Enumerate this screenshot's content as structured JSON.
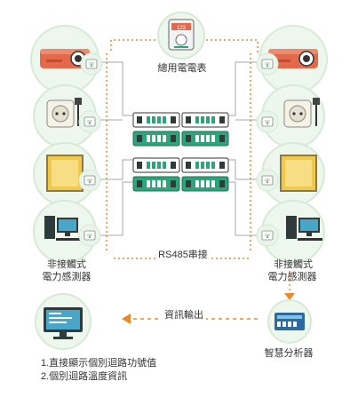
{
  "meter_label": "總用電電表",
  "sensor_label_left": [
    "非接觸式",
    "電力感測器"
  ],
  "sensor_label_right": [
    "非接觸式",
    "電力感測器"
  ],
  "bus_label": "RS485串接",
  "output_label": "資訊輸出",
  "analyzer_label": "智慧分析器",
  "notes": [
    "1.直接顯示個別迴路功號值",
    "2.個別迴路溫度資訊"
  ],
  "meter_display": "123",
  "icons": {
    "appliances": [
      "projector-icon",
      "power-outlet-icon",
      "light-panel-icon",
      "desktop-computer-icon"
    ],
    "sensor": "current-sensor-icon",
    "meter": "power-meter-icon",
    "analyzer": "analyzer-device-icon",
    "monitor": "monitor-icon",
    "breaker": "breaker-module-icon"
  },
  "colors": {
    "circle_bg": "#dff0df",
    "circle_ring": "#bfe0bf",
    "dotted_orange": "#e58a2e",
    "gray_line": "#a7a7a7",
    "breaker_dark": "#2f3b3a",
    "breaker_green": "#2fa37a",
    "accent_orange": "#e58a2e"
  }
}
